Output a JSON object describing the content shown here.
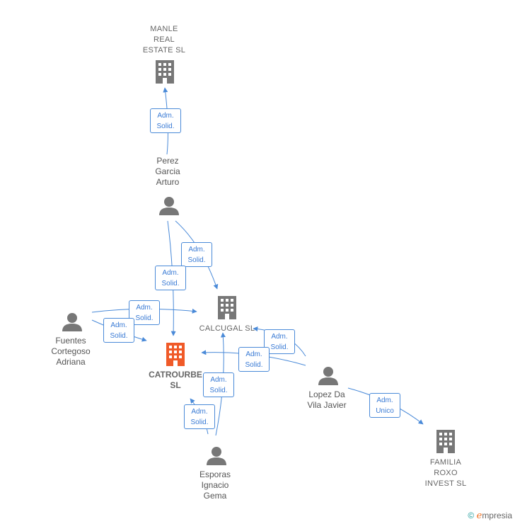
{
  "nodes": {
    "manle": {
      "label": "MANLE\nREAL\nESTATE  SL",
      "kind": "company",
      "icon": "building-icon",
      "color": "#777777"
    },
    "calcugal": {
      "label": "CALCUGAL  SL",
      "kind": "company",
      "icon": "building-icon",
      "color": "#777777"
    },
    "catrourbe": {
      "label": "CATROURBE\nSL",
      "kind": "main-company",
      "icon": "building-icon",
      "color": "#f05a28"
    },
    "familia": {
      "label": "FAMILIA\nROXO\nINVEST  SL",
      "kind": "company",
      "icon": "building-icon",
      "color": "#777777"
    },
    "perez": {
      "label": "Perez\nGarcia\nArturo",
      "kind": "person",
      "icon": "person-icon",
      "color": "#777777"
    },
    "fuentes": {
      "label": "Fuentes\nCortegoso\nAdriana",
      "kind": "person",
      "icon": "person-icon",
      "color": "#777777"
    },
    "lopez": {
      "label": "Lopez Da\nVila Javier",
      "kind": "person",
      "icon": "person-icon",
      "color": "#777777"
    },
    "esporas": {
      "label": "Esporas\nIgnacio\nGema",
      "kind": "person",
      "icon": "person-icon",
      "color": "#777777"
    }
  },
  "relations": [
    {
      "id": "perez-manle",
      "label": "Adm.\nSolid."
    },
    {
      "id": "perez-calcugal",
      "label": "Adm.\nSolid."
    },
    {
      "id": "perez-catrourbe",
      "label": "Adm.\nSolid."
    },
    {
      "id": "fuentes-calcugal",
      "label": "Adm.\nSolid."
    },
    {
      "id": "fuentes-catrourbe",
      "label": "Adm.\nSolid."
    },
    {
      "id": "lopez-calcugal",
      "label": "Adm.\nSolid."
    },
    {
      "id": "lopez-catrourbe",
      "label": "Adm.\nSolid."
    },
    {
      "id": "lopez-familia",
      "label": "Adm.\nUnico"
    },
    {
      "id": "esporas-calcugal",
      "label": "Adm.\nSolid."
    },
    {
      "id": "esporas-catrourbe",
      "label": "Adm.\nSolid."
    }
  ],
  "colors": {
    "edge": "#4a8ad8",
    "accent": "#f05a28"
  },
  "footer": {
    "copyright_symbol": "©",
    "brand_initial": "e",
    "brand_rest": "mpresia"
  }
}
